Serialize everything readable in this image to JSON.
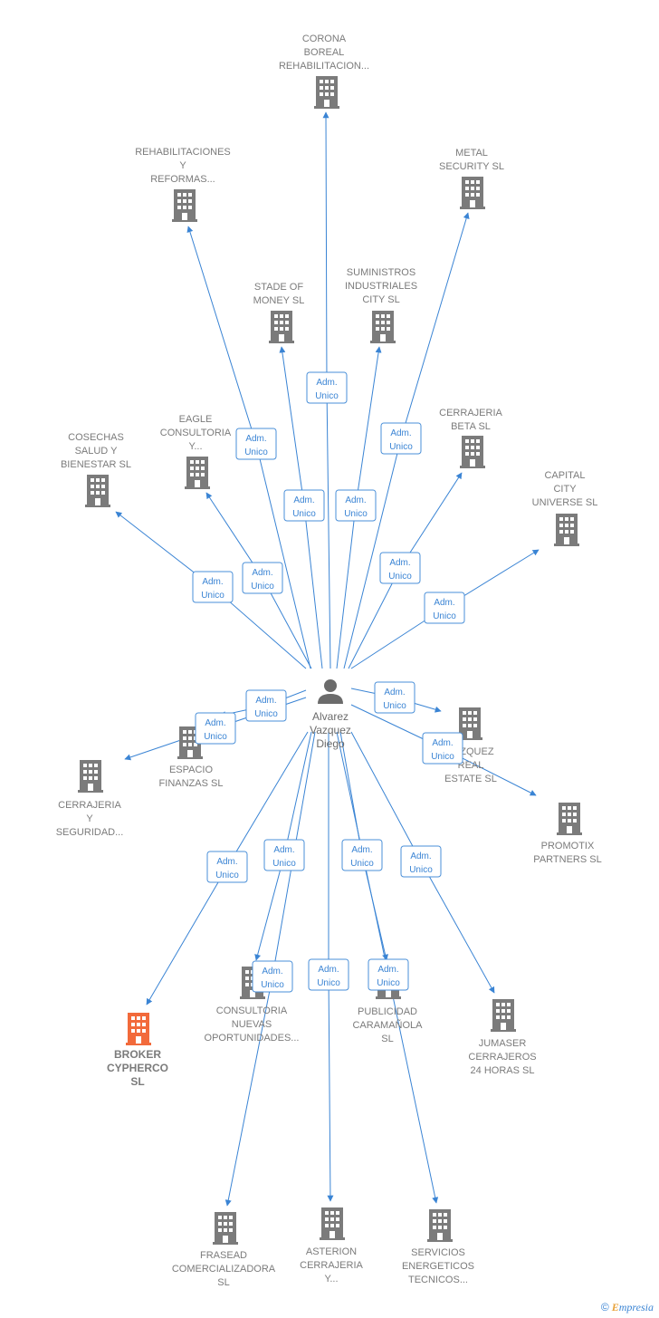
{
  "colors": {
    "edge": "#3a84d4",
    "node": "#7b7b7b",
    "highlight": "#f26a3b",
    "person": "#6b6b6b"
  },
  "person": {
    "name_lines": [
      "Alvarez",
      "Vazquez",
      "Diego"
    ],
    "icon": "person-icon"
  },
  "edge_label": [
    "Adm.",
    "Unico"
  ],
  "nodes": [
    {
      "id": "corona",
      "lines": [
        "CORONA",
        "BOREAL",
        "REHABILITACION..."
      ]
    },
    {
      "id": "rehab",
      "lines": [
        "REHABILITACIONES",
        "Y",
        "REFORMAS..."
      ]
    },
    {
      "id": "metal",
      "lines": [
        "METAL",
        "SECURITY  SL"
      ]
    },
    {
      "id": "stade",
      "lines": [
        "STADE OF",
        "MONEY  SL"
      ]
    },
    {
      "id": "suministros",
      "lines": [
        "SUMINISTROS",
        "INDUSTRIALES",
        "CITY  SL"
      ]
    },
    {
      "id": "cerrajeria_beta",
      "lines": [
        "CERRAJERIA",
        "BETA  SL"
      ]
    },
    {
      "id": "eagle",
      "lines": [
        "EAGLE",
        "CONSULTORIA",
        "Y..."
      ]
    },
    {
      "id": "cosechas",
      "lines": [
        "COSECHAS",
        "SALUD Y",
        "BIENESTAR  SL"
      ]
    },
    {
      "id": "capital",
      "lines": [
        "CAPITAL",
        "CITY",
        "UNIVERSE  SL"
      ]
    },
    {
      "id": "vazquez",
      "lines": [
        "VAZQUEZ",
        "REAL",
        "ESTATE  SL"
      ]
    },
    {
      "id": "espacio",
      "lines": [
        "ESPACIO",
        "FINANZAS  SL"
      ]
    },
    {
      "id": "cerrajeria_seg",
      "lines": [
        "CERRAJERIA",
        "Y",
        "SEGURIDAD..."
      ]
    },
    {
      "id": "promotix",
      "lines": [
        "PROMOTIX",
        "PARTNERS  SL"
      ]
    },
    {
      "id": "broker",
      "lines": [
        "BROKER",
        "CYPHERCO",
        "SL"
      ],
      "highlight": true
    },
    {
      "id": "consultoria",
      "lines": [
        "CONSULTORIA",
        "NUEVAS",
        "OPORTUNIDADES..."
      ]
    },
    {
      "id": "publicidad",
      "lines": [
        "PUBLICIDAD",
        "CARAMAÑOLA",
        "SL"
      ]
    },
    {
      "id": "jumaser",
      "lines": [
        "JUMASER",
        "CERRAJEROS",
        "24 HORAS  SL"
      ]
    },
    {
      "id": "frasead",
      "lines": [
        "FRASEAD",
        "COMERCIALIZADORA",
        "SL"
      ]
    },
    {
      "id": "asterion",
      "lines": [
        "ASTERION",
        "CERRAJERIA",
        "Y..."
      ]
    },
    {
      "id": "servicios",
      "lines": [
        "SERVICIOS",
        "ENERGETICOS",
        "TECNICOS..."
      ]
    }
  ],
  "footer": {
    "copyright": "©",
    "brand_initial": "E",
    "brand_rest": "mpresia"
  }
}
